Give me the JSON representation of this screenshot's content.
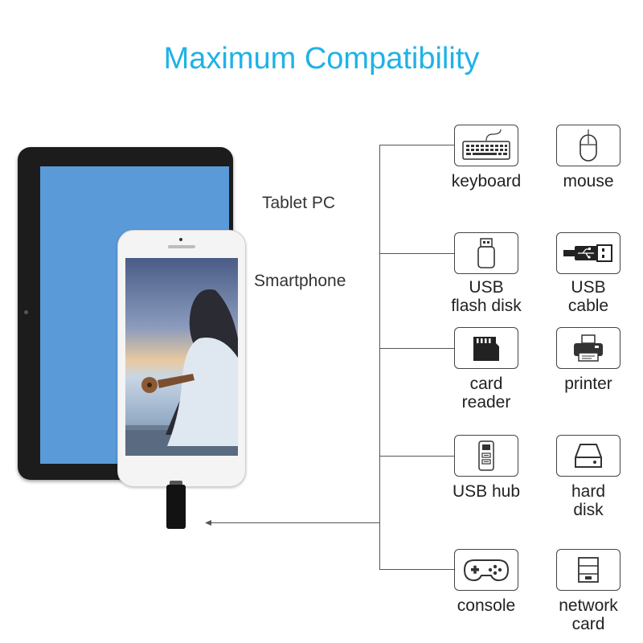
{
  "title": "Maximum Compatibility",
  "devices": {
    "tablet": "Tablet PC",
    "smartphone": "Smartphone"
  },
  "peripherals": {
    "keyboard": "keyboard",
    "mouse": "mouse",
    "usb_flash_disk": "USB\nflash disk",
    "usb_cable": "USB\ncable",
    "card_reader": "card\nreader",
    "printer": "printer",
    "usb_hub": "USB hub",
    "hard_disk": "hard\ndisk",
    "console": "console",
    "network_card": "network\ncard"
  },
  "colors": {
    "title": "#1fb2e6",
    "tablet_screen": "#5b9ad9",
    "lines": "#555555"
  }
}
